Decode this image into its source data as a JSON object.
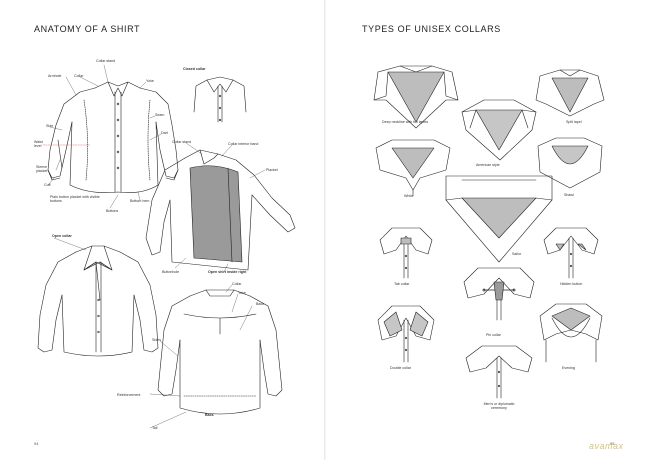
{
  "left_page": {
    "title": "ANATOMY OF A SHIRT",
    "page_number": "94",
    "labels": {
      "collar_stand_top": "Collar stand",
      "collar": "Collar",
      "armhole": "Armhole",
      "yoke": "Yoke",
      "closed_collar": "Closed collar",
      "seam": "Seam",
      "dart": "Dart",
      "side": "Side",
      "waist_level": "Waist level",
      "sleeve_placket": "Sleeve placket",
      "cuff": "Cuff",
      "plain_button_placket": "Plain button placket with visible buttons",
      "buttons": "Buttons",
      "bottom_hem": "Bottom hem",
      "collar_stand_mid": "Collar stand",
      "collar_interior_band": "Collar interior band",
      "placket": "Placket",
      "open_collar": "Open collar",
      "buttonhole": "Buttonhole",
      "open_shirt_inside_right": "Open shirt inside right",
      "collar_back": "Collar",
      "yoke_back": "Yoke",
      "back_panel": "Back",
      "sides": "Sides",
      "reinforcement": "Reinforcement",
      "back_title": "Back",
      "tail": "Tail"
    }
  },
  "right_page": {
    "title": "TYPES OF UNISEX COLLARS",
    "page_number": "95",
    "watermark": "avamax",
    "collars": {
      "deep_neckline": "Deep neckline with full lapels",
      "split_lapel": "Split lapel",
      "american": "American style",
      "white": "White",
      "shawl": "Shawl",
      "sailor": "Sailor",
      "tab": "Tab collar",
      "hidden_button": "Hidden button",
      "pin": "Pin collar",
      "double": "Double collar",
      "evening": "Evening",
      "mens_diplomatic": "Men's or diplomatic ceremony"
    }
  }
}
